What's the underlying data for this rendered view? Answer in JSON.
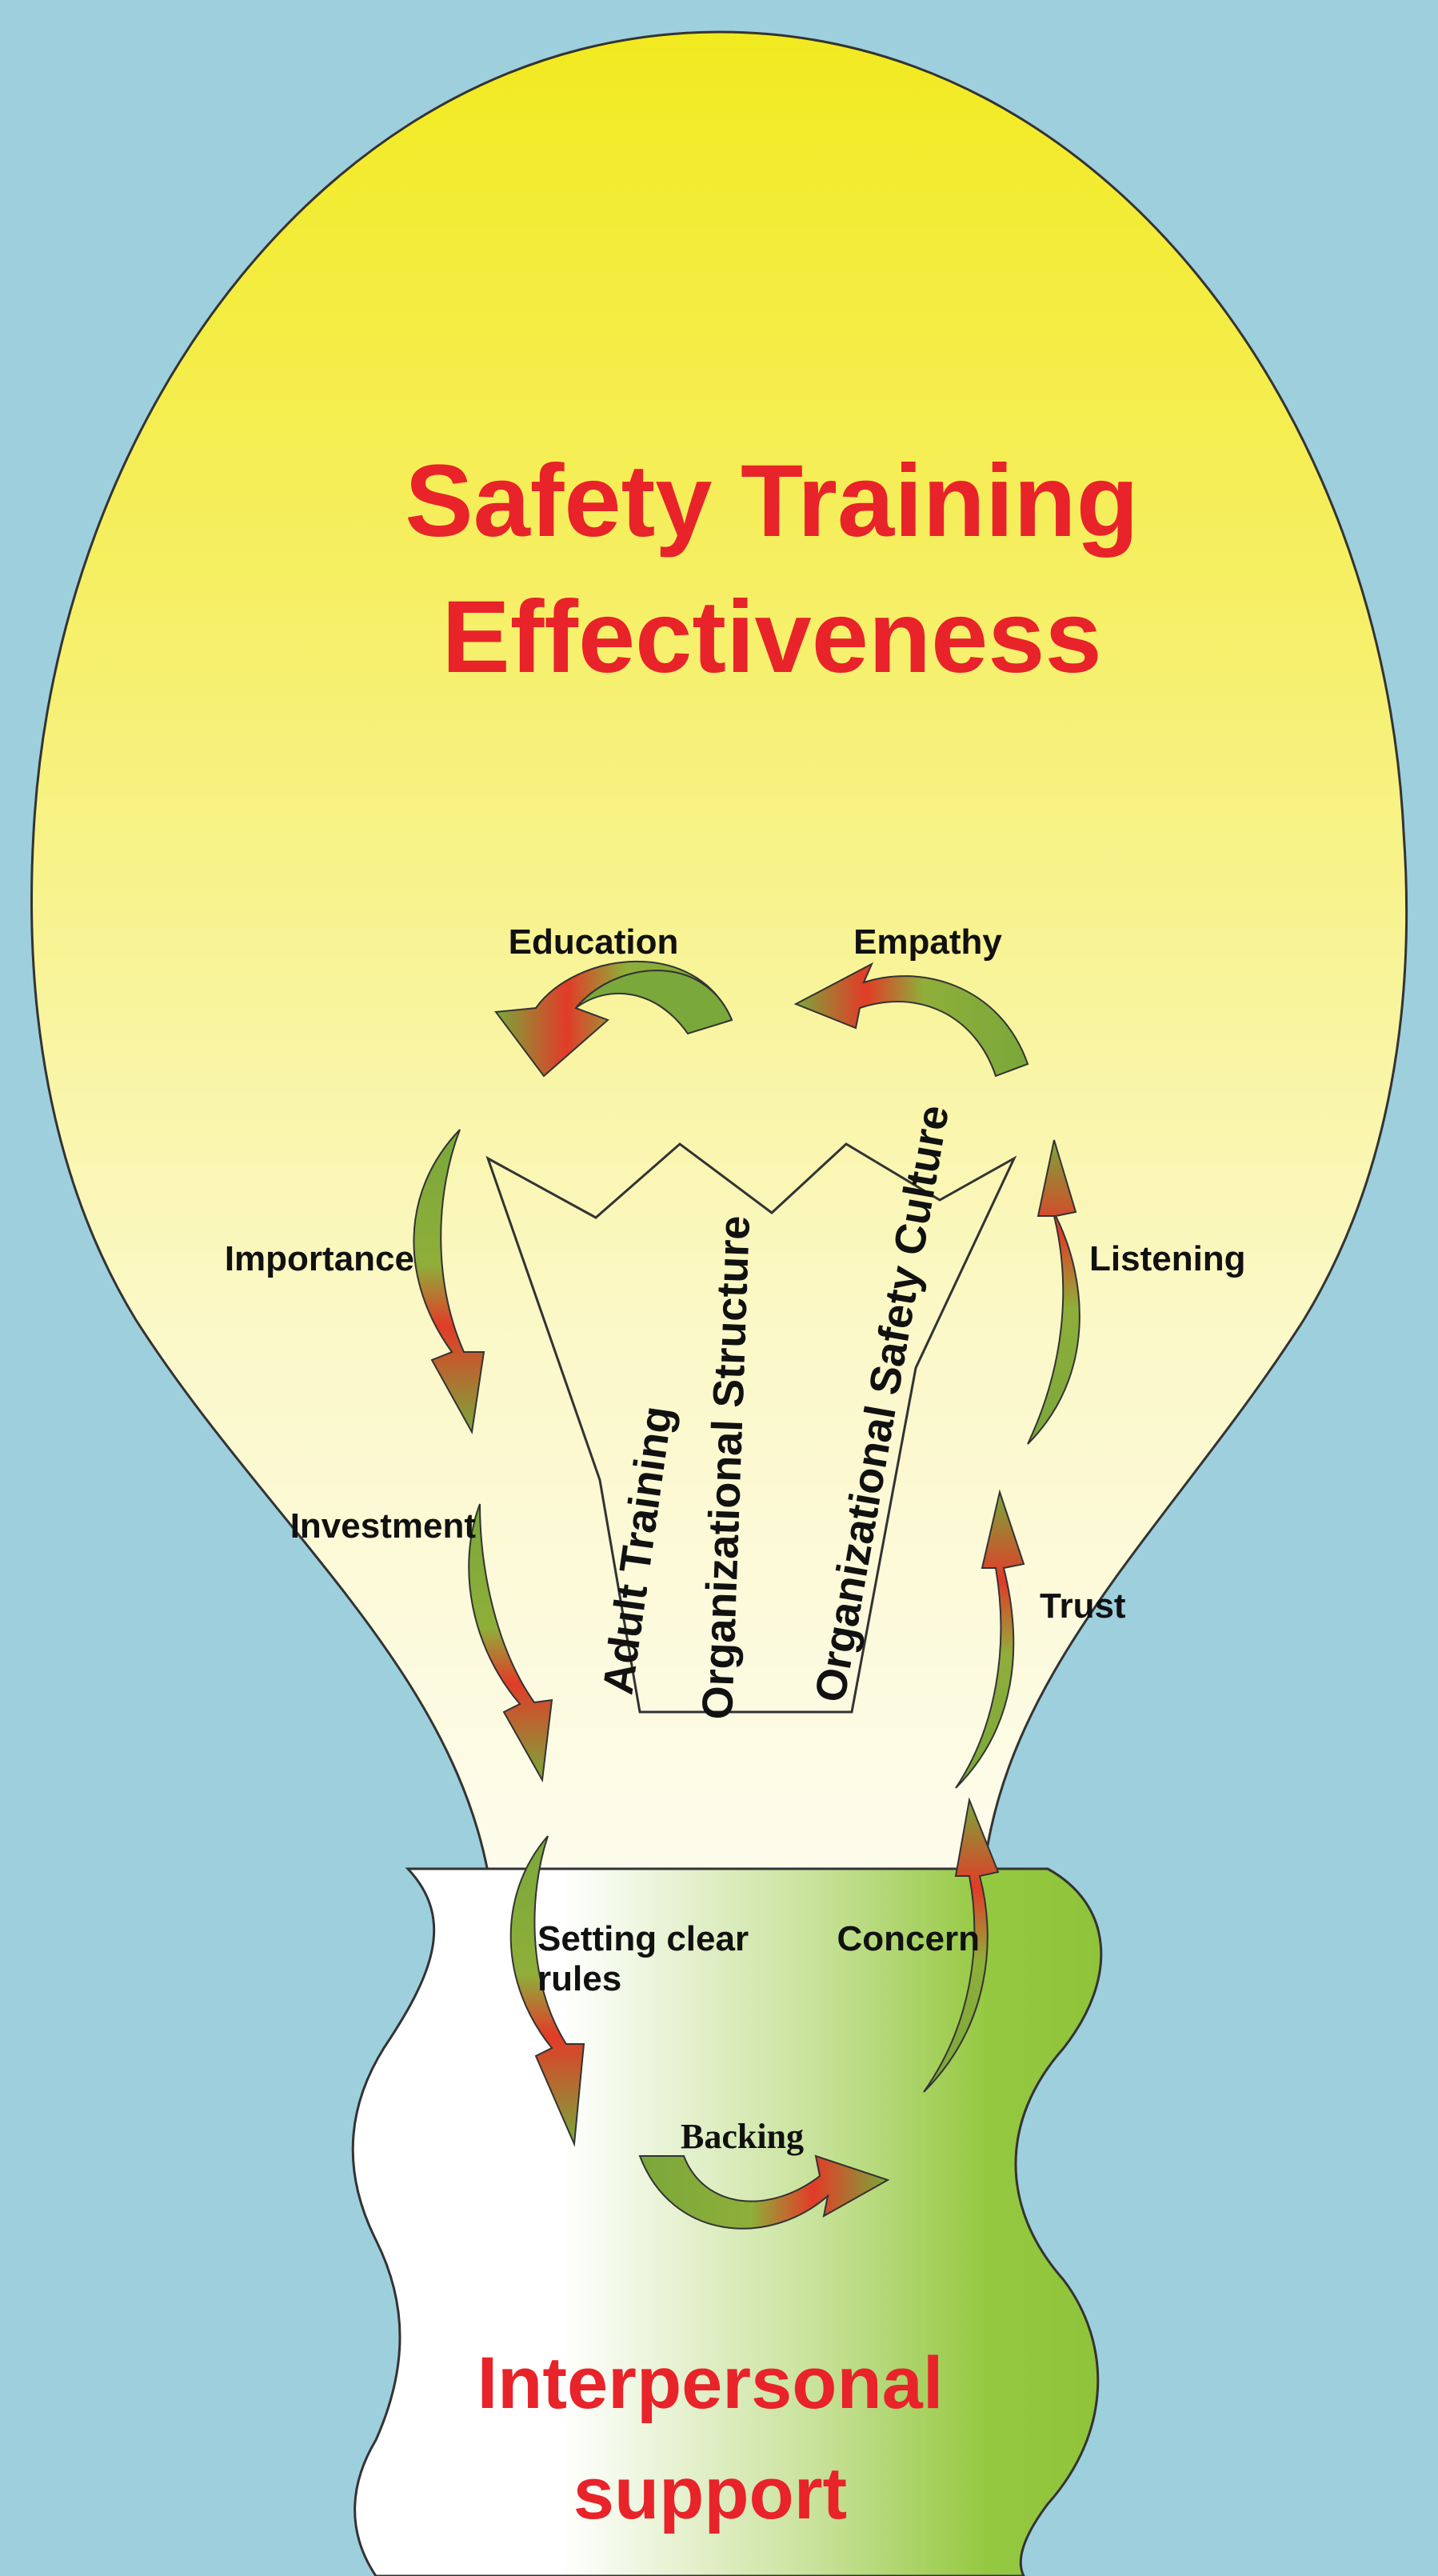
{
  "diagram": {
    "title_lines": [
      "Safety Training",
      "Effectiveness"
    ],
    "base_title_lines": [
      "Interpersonal",
      "support"
    ],
    "central_labels": [
      "Adult Training",
      "Organizational Structure",
      "Organizational Safety Culture"
    ],
    "factor_labels": {
      "education": "Education",
      "empathy": "Empathy",
      "importance": "Importance",
      "listening": "Listening",
      "investment": "Investment",
      "trust": "Trust",
      "setting_rules_line1": "Setting clear",
      "setting_rules_line2": "rules",
      "concern": "Concern",
      "backing": "Backing"
    },
    "colors": {
      "background": "#9ecfdd",
      "bulb_top": "#f2ea1f",
      "bulb_bottom": "#fdfbe6",
      "base_left": "#ffffff",
      "base_right": "#93c83e",
      "title": "#e8232a",
      "arrow_green": "#7aa83a",
      "arrow_red": "#e8392a"
    }
  }
}
